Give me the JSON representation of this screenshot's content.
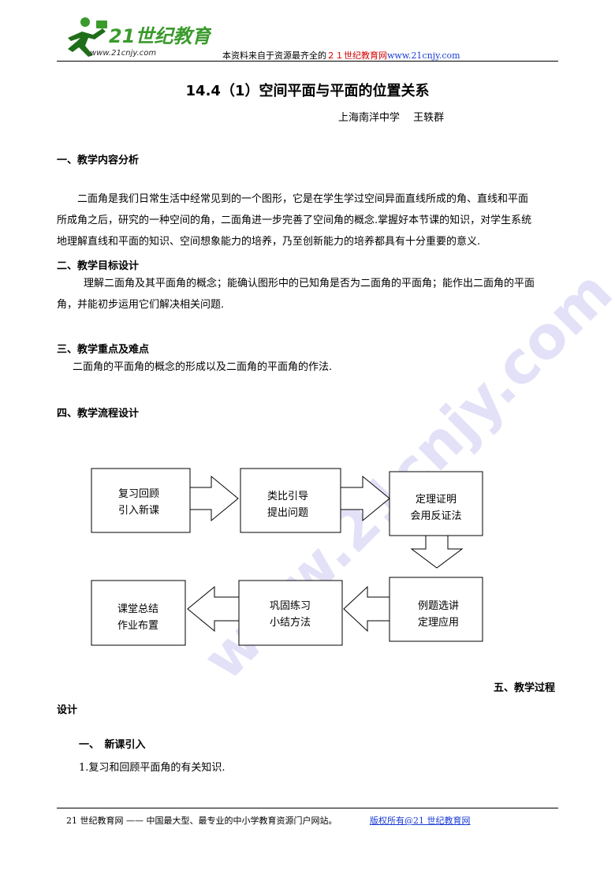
{
  "header": {
    "logo_text": "21世纪教育",
    "logo_url_text": "www.21cnjy.com",
    "note_prefix": "本资料来自于资源最齐全的",
    "note_brand": "２１世纪教育网",
    "note_url": "www.21cnjy.com"
  },
  "doc": {
    "title": "14.4（1）空间平面与平面的位置关系",
    "author": "上海南洋中学　 王轶群"
  },
  "sections": {
    "s1_heading": "一、教学内容分析",
    "s1_lines": [
      "二面角是我们日常生活中经常见到的一个图形，它是在学生学过空间异面直线所成的角、直线和平面",
      "所成角之后，研究的一种空间的角，二面角进一步完善了空间角的概念.掌握好本节课的知识，对学生系统",
      "地理解直线和平面的知识、空间想象能力的培养，乃至创新能力的培养都具有十分重要的意义."
    ],
    "s2_heading": "二、教学目标设计",
    "s2_lines": [
      "理解二面角及其平面角的概念；能确认图形中的已知角是否为二面角的平面角；能作出二面角的平面",
      "角，并能初步运用它们解决相关问题."
    ],
    "s3_heading": "三、教学重点及难点",
    "s3_lines": [
      "二面角的平面角的概念的形成以及二面角的平面角的作法."
    ],
    "s4_heading": "四、教学流程设计",
    "s5_heading_a": "五、教学过程",
    "s5_heading_b": "设计",
    "sub1_heading": "一、　新课引入",
    "sub1_line": "1.复习和回顾平面角的有关知识."
  },
  "flowchart": {
    "boxes": [
      {
        "line1": "复习回顾",
        "line2": "引入新课"
      },
      {
        "line1": "类比引导",
        "line2": "提出问题"
      },
      {
        "line1": "定理证明",
        "line2": "会用反证法"
      },
      {
        "line1": "例题选讲",
        "line2": "定理应用"
      },
      {
        "line1": "巩固练习",
        "line2": "小结方法"
      },
      {
        "line1": "课堂总结",
        "line2": "作业布置"
      }
    ]
  },
  "watermark": "www.21cnjy.com",
  "footer": {
    "left": "21 世纪教育网 —— 中国最大型、最专业的中小学教育资源门户网站。",
    "right": "版权所有@21 世纪教育网"
  },
  "colors": {
    "logo_green": "#3a9a2c",
    "watermark": "#5a4bd0",
    "link_blue": "#1a3bd6",
    "brand_red": "#d40000"
  }
}
